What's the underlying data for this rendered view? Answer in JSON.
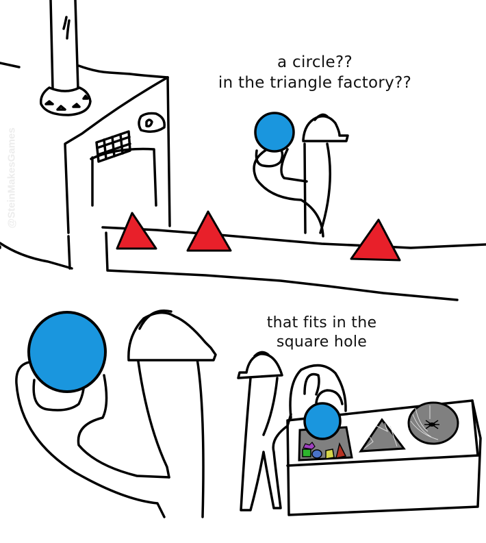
{
  "panels": [
    {
      "id": "top",
      "caption_lines": [
        "a circle??",
        "in the triangle factory??"
      ],
      "objects": {
        "conveyor_items": [
          {
            "shape": "triangle",
            "color": "#e8202a"
          },
          {
            "shape": "triangle",
            "color": "#e8202a"
          },
          {
            "shape": "triangle",
            "color": "#e8202a"
          }
        ],
        "held_item": {
          "shape": "circle",
          "color": "#1a96de"
        }
      }
    },
    {
      "id": "bottom",
      "caption_lines": [
        "that fits in the",
        "square hole"
      ],
      "objects": {
        "held_item": {
          "shape": "circle",
          "color": "#1a96de"
        },
        "shape_sorter_holes": [
          {
            "shape": "square",
            "color": "#808080",
            "contents": [
              "green",
              "blue",
              "yellow",
              "red",
              "purple"
            ]
          },
          {
            "shape": "triangle",
            "color": "#808080"
          },
          {
            "shape": "circle",
            "color": "#808080",
            "detail": "spider web"
          }
        ]
      }
    }
  ],
  "watermark": "@SteinMakesGames",
  "colors": {
    "circle_blue": "#1a96de",
    "triangle_red": "#e8202a",
    "hole_gray": "#808080",
    "ink": "#000000",
    "background": "#ffffff"
  }
}
